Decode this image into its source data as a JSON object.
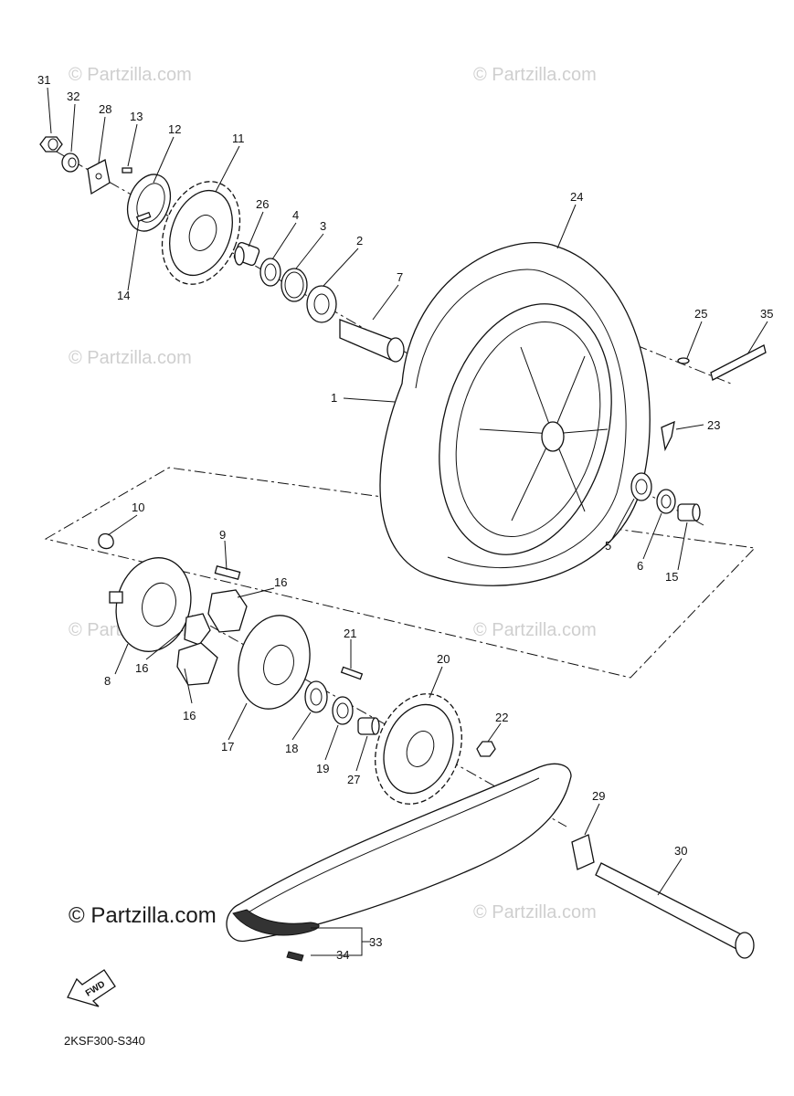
{
  "watermark": "© Partzilla.com",
  "watermark_large": "© Partzilla.com",
  "diagram_code": "2KSF300-S340",
  "fwd_label": "FWD",
  "callouts": {
    "p1": "1",
    "p2": "2",
    "p3": "3",
    "p4": "4",
    "p5": "5",
    "p6": "6",
    "p7": "7",
    "p8": "8",
    "p9": "9",
    "p10": "10",
    "p11": "11",
    "p12": "12",
    "p13": "13",
    "p14": "14",
    "p15": "15",
    "p16a": "16",
    "p16b": "16",
    "p16c": "16",
    "p17": "17",
    "p18": "18",
    "p19": "19",
    "p20": "20",
    "p21": "21",
    "p22": "22",
    "p23": "23",
    "p24": "24",
    "p25": "25",
    "p26": "26",
    "p27": "27",
    "p28": "28",
    "p29": "29",
    "p30": "30",
    "p31": "31",
    "p32": "32",
    "p33": "33",
    "p34": "34",
    "p35": "35"
  }
}
